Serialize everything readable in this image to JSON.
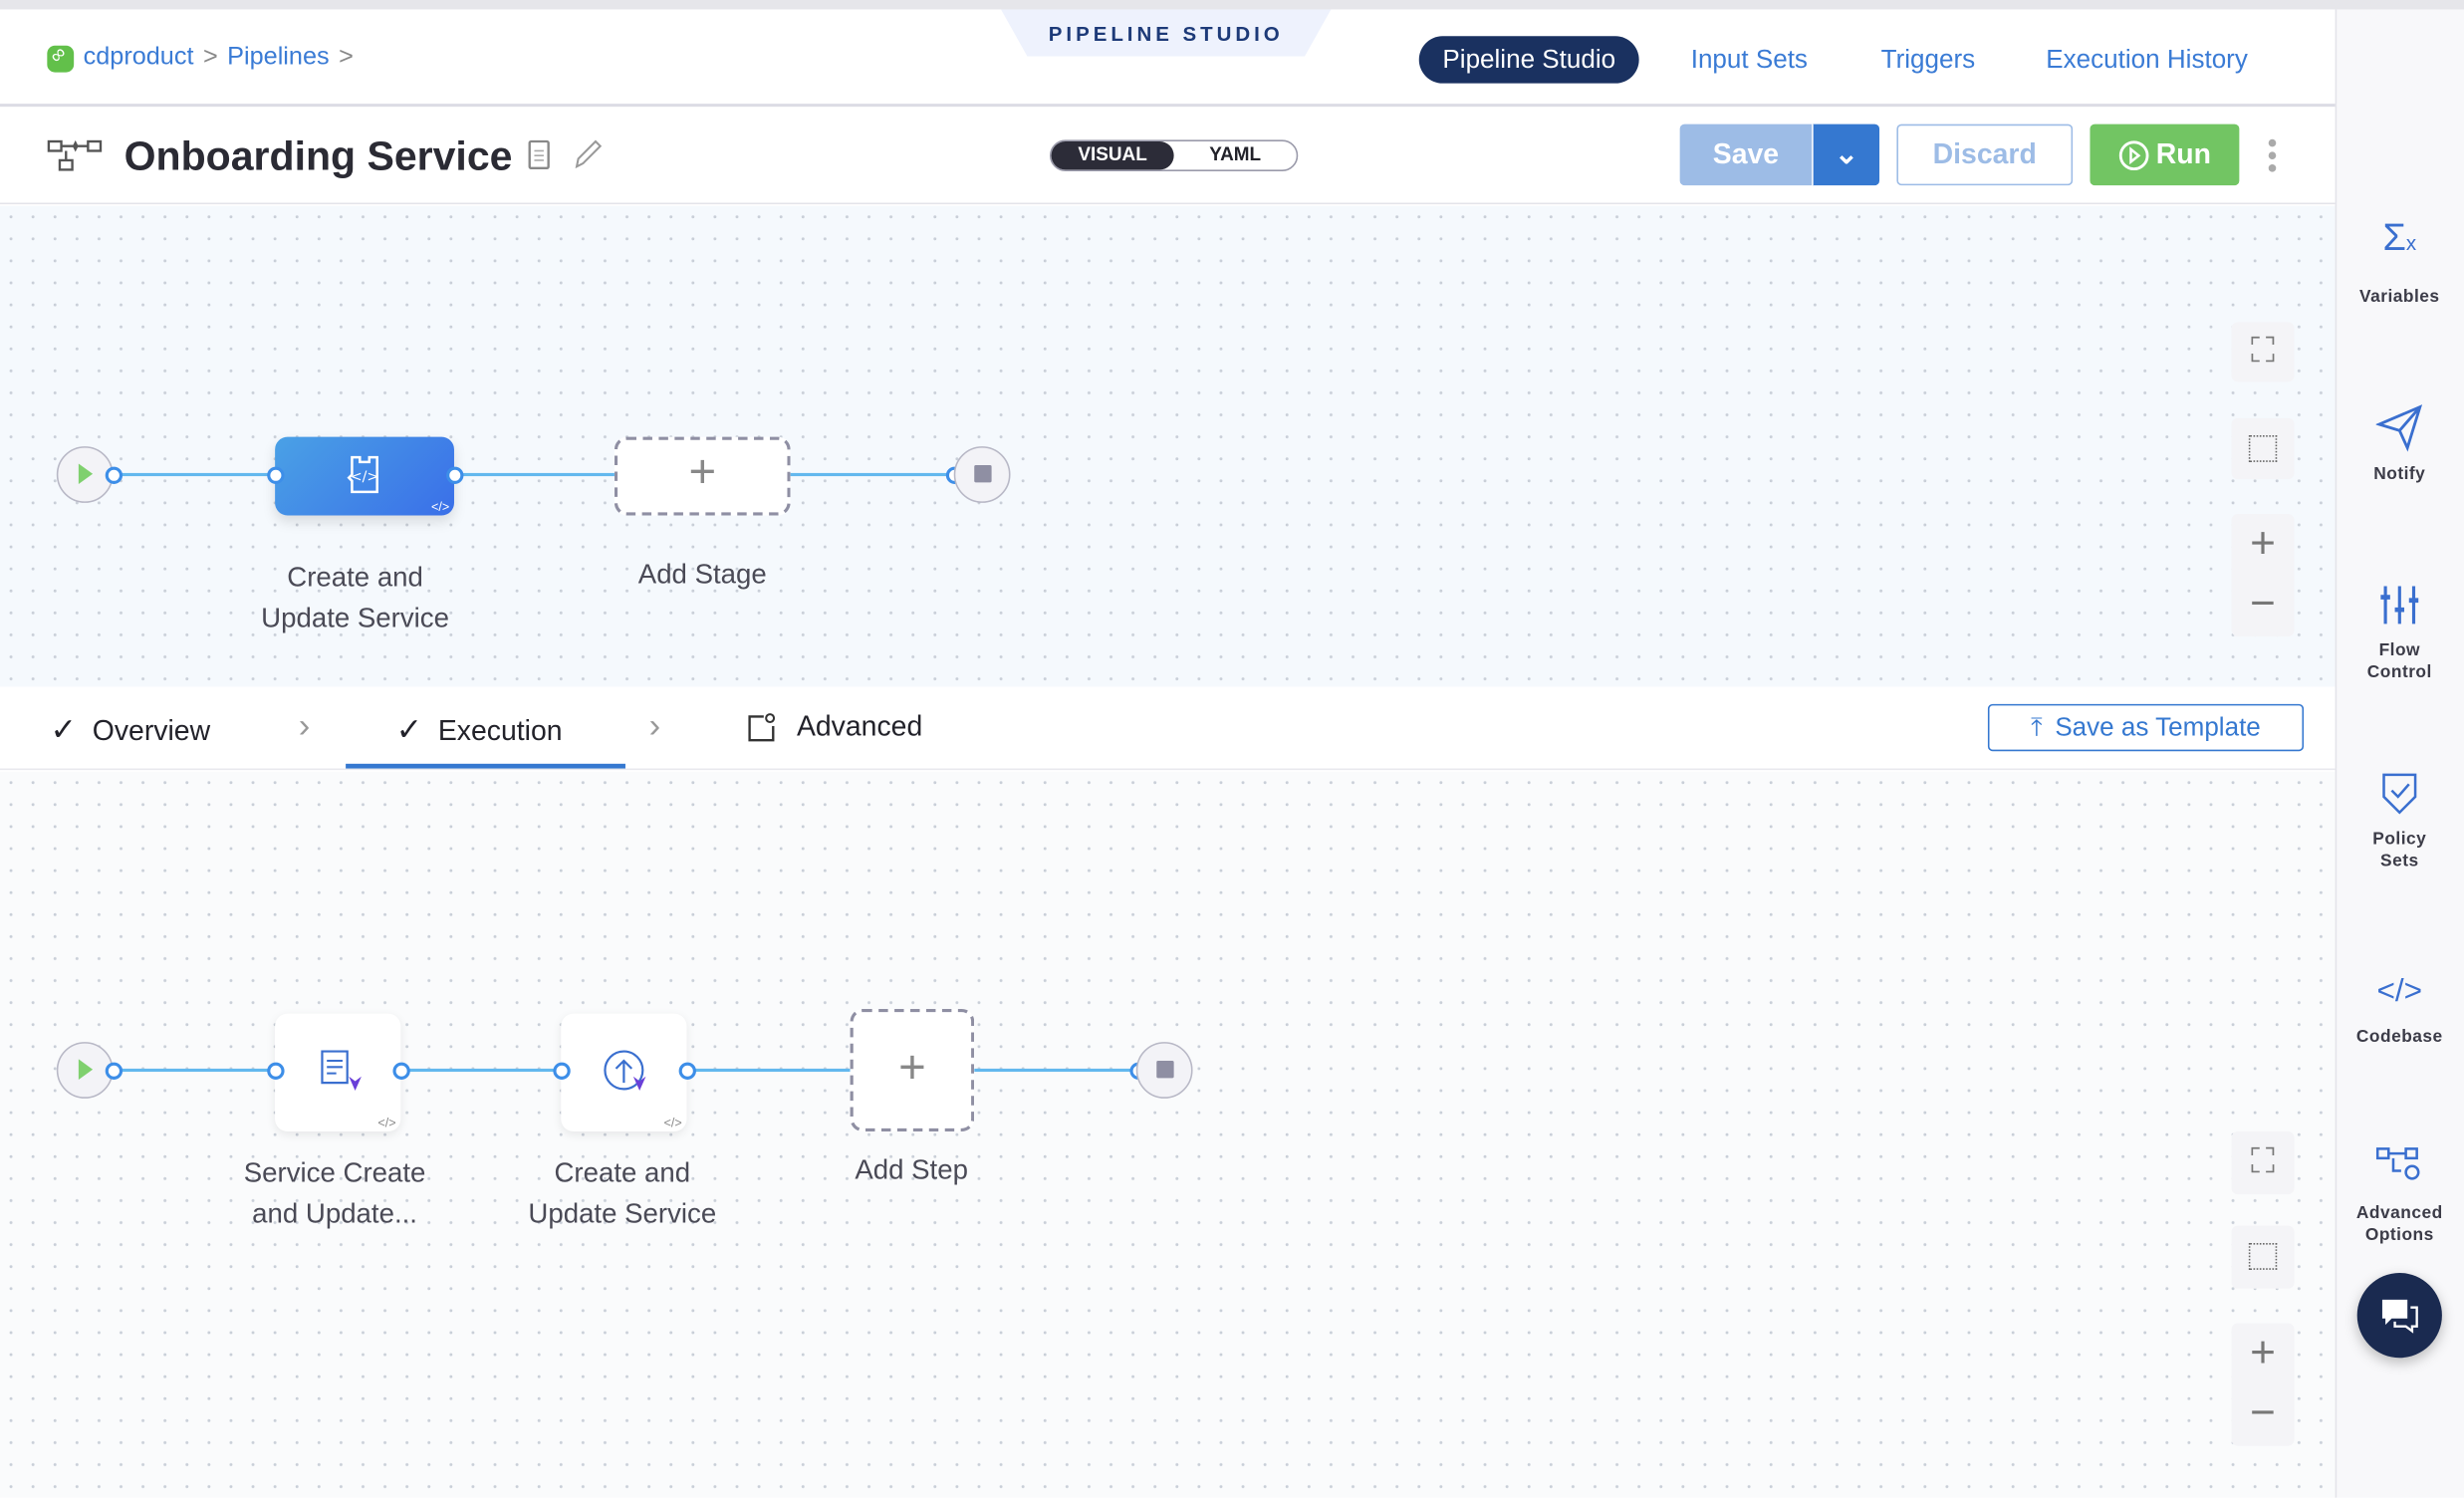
{
  "breadcrumb": {
    "org": "cdproduct",
    "pipelines": "Pipelines",
    "separator": ">"
  },
  "header": {
    "studio_tab": "PIPELINE STUDIO",
    "nav": [
      "Pipeline Studio",
      "Input Sets",
      "Triggers",
      "Execution History"
    ],
    "active_nav": "Pipeline Studio"
  },
  "toolbar": {
    "pipeline_name": "Onboarding Service",
    "view_toggle": [
      "VISUAL",
      "YAML"
    ],
    "active_view": "VISUAL",
    "save_label": "Save",
    "discard_label": "Discard",
    "run_label": "Run"
  },
  "stage_canvas": {
    "stages": [
      {
        "label": "Create and Update Service"
      }
    ],
    "add_stage_label": "Add Stage"
  },
  "stage_tabs": {
    "tabs": [
      "Overview",
      "Execution",
      "Advanced"
    ],
    "active": "Execution",
    "save_template_label": "Save as Template"
  },
  "execution_canvas": {
    "steps": [
      {
        "label_line1": "Service Create",
        "label_line2": "and Update..."
      },
      {
        "label_line1": "Create and",
        "label_line2": "Update Service"
      }
    ],
    "add_step_label": "Add Step"
  },
  "right_sidebar": {
    "items": [
      {
        "label": "Variables",
        "icon": "variables-icon"
      },
      {
        "label": "Notify",
        "icon": "send-icon"
      },
      {
        "label": "Flow Control",
        "icon": "sliders-icon"
      },
      {
        "label": "Policy Sets",
        "icon": "shield-check-icon"
      },
      {
        "label": "Codebase",
        "icon": "code-icon"
      },
      {
        "label": "Advanced Options",
        "icon": "gear-icon"
      }
    ]
  },
  "colors": {
    "accent": "#3578d0",
    "nav_active": "#1a3160",
    "run": "#72c563",
    "connector": "#63b8ee"
  }
}
